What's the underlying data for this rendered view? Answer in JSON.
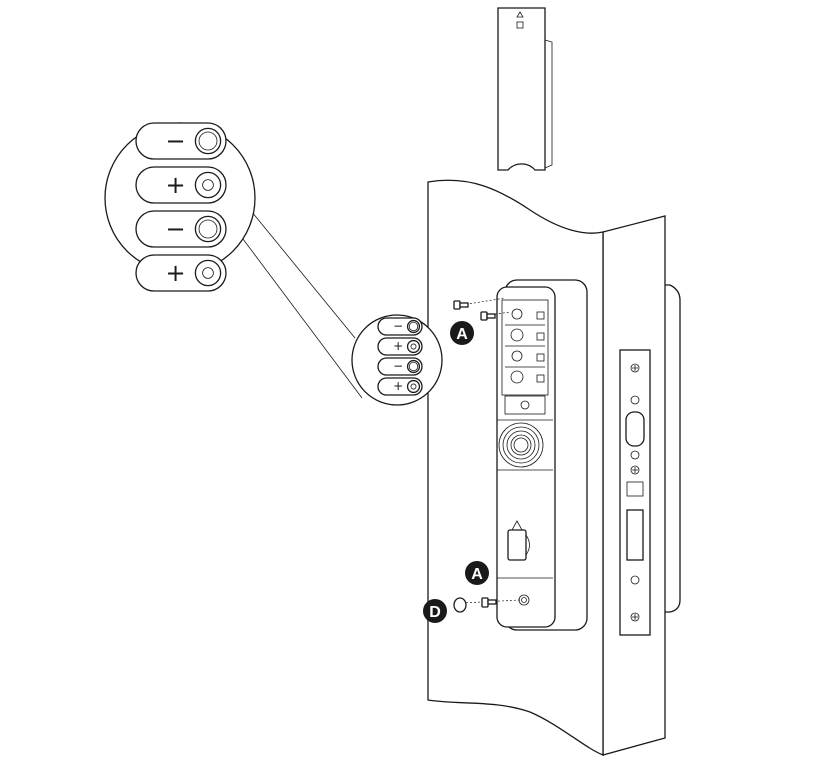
{
  "callouts": {
    "screws_top": "A",
    "screws_bottom": "A",
    "cap": "D"
  },
  "battery_detail": {
    "polarity": [
      "−",
      "+",
      "−",
      "+"
    ]
  },
  "battery_small": {
    "polarity": [
      "−",
      "+",
      "−",
      "+"
    ]
  },
  "colors": {
    "ink": "#1a1a1a",
    "background": "#ffffff"
  }
}
